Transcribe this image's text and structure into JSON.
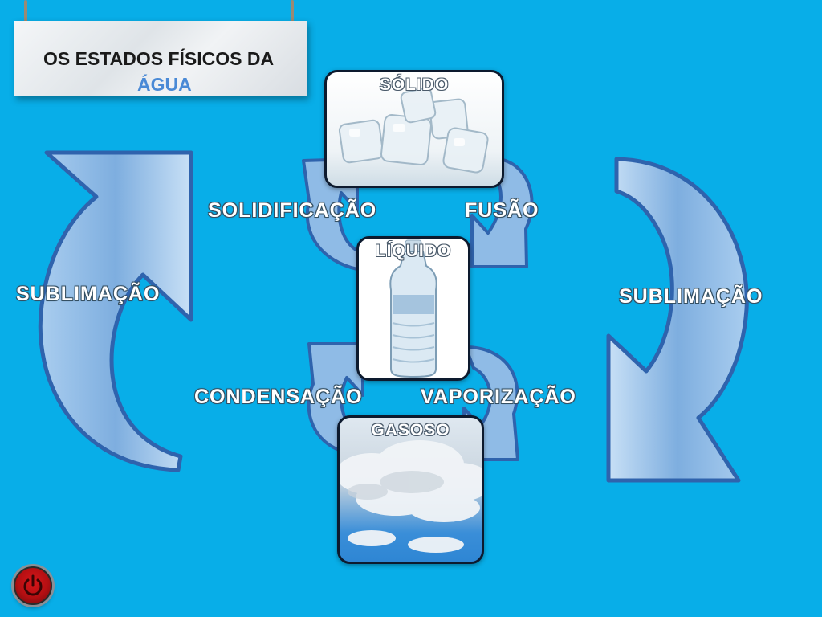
{
  "title": {
    "line1": "OS ESTADOS FÍSICOS DA",
    "line2": "ÁGUA"
  },
  "states": {
    "solid": "SÓLIDO",
    "liquid": "LÍQUIDO",
    "gas": "GASOSO"
  },
  "processes": {
    "solidification": "SOLIDIFICAÇÃO",
    "fusion": "FUSÃO",
    "condensation": "CONDENSAÇÃO",
    "vaporization": "VAPORIZAÇÃO",
    "sublimation_left": "SUBLIMAÇÃO",
    "sublimation_right": "SUBLIMAÇÃO"
  },
  "colors": {
    "background": "#08aee8",
    "arrow_fill": "#8fbbe6",
    "arrow_border": "#2f63ad",
    "title_accent": "#4a8ad6",
    "power_button": "#c2161a"
  },
  "icons": {
    "power": "power-icon"
  }
}
